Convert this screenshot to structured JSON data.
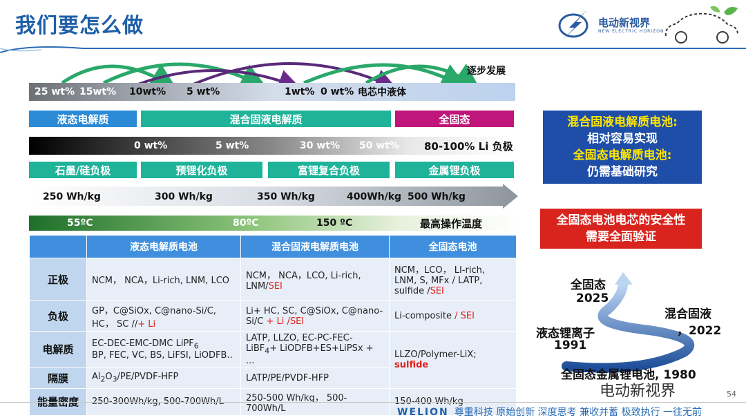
{
  "title": "我们要怎么做",
  "logo": {
    "name": "电动新视界",
    "sub": "NEW ELECTRIC HORIZON"
  },
  "arrows_label": "逐步发展",
  "liquid_bar": {
    "items": [
      "25 wt%",
      "15wt%",
      "10wt%",
      "5 wt%",
      "1wt%",
      "0 wt%",
      "电芯中液体"
    ]
  },
  "types": [
    "液态电解质",
    "混合固液电解质",
    "全固态"
  ],
  "li_bar": {
    "items": [
      "0 wt%",
      "5 wt%",
      "30 wt%",
      "50 wt%",
      "80-100% Li 负极"
    ]
  },
  "anodes": [
    "石墨/硅负极",
    "预锂化负极",
    "富锂复合负极",
    "金属锂负极"
  ],
  "energy_bar": {
    "items": [
      "250 Wh/kg",
      "300 Wh/kg",
      "350 Wh/kg",
      "400Wh/kg",
      "500 Wh/kg"
    ]
  },
  "temp_bar": {
    "items": [
      "55ºC",
      "80ºC",
      "150 ºC",
      "最高操作温度"
    ]
  },
  "table": {
    "headers": [
      "液态电解质电池",
      "混合固液电解质电池",
      "全固态电池"
    ],
    "rows": {
      "cathode": {
        "label": "正极",
        "c1": "NCM， NCA，Li-rich, LNM, LCO",
        "c2a": "NCM， NCA，LCO, Li-rich,",
        "c2b": "LNM/",
        "c2c": "SEI",
        "c3a": "NCM，LCO， LI-rich,",
        "c3b": "LNM, S, MFx / LATP,",
        "c3c": "sulfide /",
        "c3d": "SEI"
      },
      "anode": {
        "label": "负极",
        "c1a": "GP，C@SiOx, C@nano-Si/C,",
        "c1b": "HC， SC //",
        "c1c": "+ Li",
        "c2a": "Li+ HC, SC, C@SiOx, C@nano-",
        "c2b": "Si/C",
        "c2c": "+ Li /SEI",
        "c3a": "Li-composite",
        "c3b": "/ SEI"
      },
      "electrolyte": {
        "label": "电解质",
        "c1a": "EC-DEC-EMC-DMC LiPF",
        "c1sub": "6",
        "c1b": "BP, FEC, VC, BS, LiFSI, LiODFB..",
        "c2a": "LATP, LLZO, EC-PC-FEC-",
        "c2b": "LiBF",
        "c2sub": "4",
        "c2c": "+ LiODFB+ES+LiPSx + ...",
        "c3a": "LLZO/Polymer-LiX;",
        "c3b": "sulfide"
      },
      "separator": {
        "label": "隔膜",
        "c1a": "Al",
        "c1s1": "2",
        "c1b": "O",
        "c1s2": "3",
        "c1c": "/PE/PVDF-HFP",
        "c2": "LATP/PE/PVDF-HFP"
      },
      "density": {
        "label": "能量密度",
        "c1": "250-300Wh/kg, 500-700Wh/L",
        "c2": "250-500 Wh/kg， 500-700Wh/L",
        "c3": "150-400 Wh/kg"
      }
    }
  },
  "box_blue": {
    "l1": "混合固液电解质电池:",
    "l2": "相对容易实现",
    "l3": "全固态电解质电池:",
    "l4": "仍需基础研究"
  },
  "box_red": {
    "l1": "全固态电池电芯的安全性",
    "l2": "需要全面验证"
  },
  "timeline": {
    "a": "全固态",
    "a_year": "2025",
    "b": "混合固液",
    "b_year": "，2022",
    "c": "液态锂离子",
    "c_year": "1991",
    "d": "全固态金属锂电池, 1980"
  },
  "watermark": "电动新视界",
  "page_number": "54",
  "footer": {
    "brand": "WELION",
    "slogan": "尊重科技  原始创新  深度思考  兼收并蓄  极致执行  一往无前"
  },
  "colors": {
    "title_blue": "#1f5fa8",
    "teal": "#1fb39a",
    "magenta": "#c0157a",
    "table_header": "#3f8fde",
    "red": "#d9231d"
  }
}
